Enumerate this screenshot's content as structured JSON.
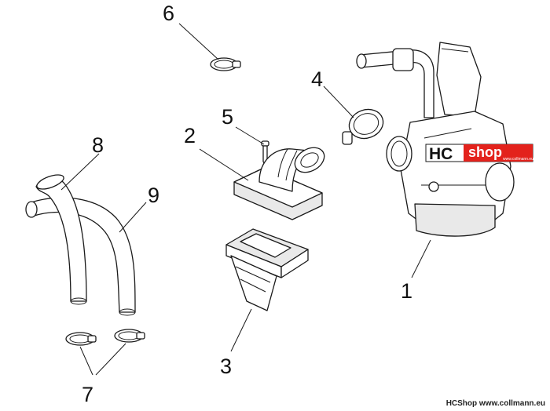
{
  "callouts": {
    "c1": "1",
    "c2": "2",
    "c3": "3",
    "c4": "4",
    "c5": "5",
    "c6": "6",
    "c7": "7",
    "c8": "8",
    "c9": "9"
  },
  "logo": {
    "hc": "HC",
    "shop": "shop",
    "url": "www.collmann.eu",
    "bg_color": "#e3221c",
    "text_color": "#ffffff"
  },
  "footer": {
    "text": "HCShop www.collmann.eu"
  }
}
